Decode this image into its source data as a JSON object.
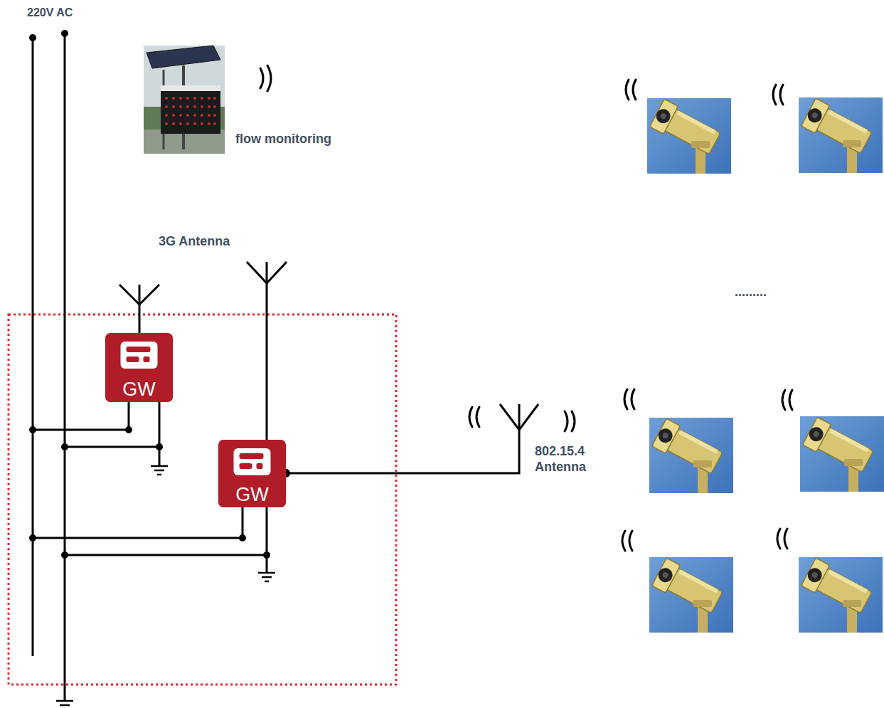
{
  "diagram": {
    "nodes": [
      {
        "text": [
          "GW"
        ]
      },
      {
        "text": [
          "GW"
        ]
      }
    ],
    "labels": [
      "220V AC",
      "flow monitoring",
      "3G Antenna",
      "802.15.4 Antenna",
      "........."
    ]
  }
}
